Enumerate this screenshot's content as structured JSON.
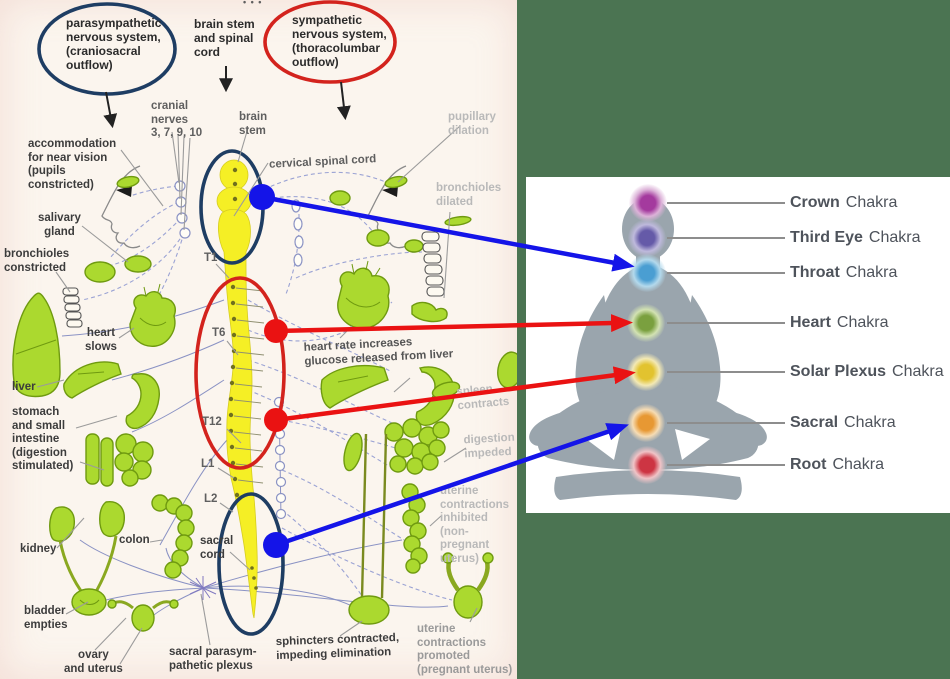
{
  "colors": {
    "arrow_blue": "#1414e8",
    "arrow_red": "#ea1212",
    "oval_navy": "#1e3d63",
    "oval_red": "#d3231d",
    "cord_yellow": "#f5ef25",
    "organ_green": "#abd92f",
    "organ_stroke": "#6f9a10",
    "background_green": "#4b7452",
    "silhouette_gray": "#9aa5ad"
  },
  "anatomy": {
    "labels": [
      {
        "id": "parasympathetic-oval",
        "text": "parasympathetic\nnervous system,\n(craniosacral\noutflow)"
      },
      {
        "id": "brain-stem-spinal-cord",
        "text": "brain stem\nand spinal\ncord"
      },
      {
        "id": "sympathetic-oval",
        "text": "sympathetic\nnervous system,\n(thoracolumbar\noutflow)"
      },
      {
        "id": "cranial-nerves",
        "text": "cranial\nnerves\n3, 7, 9, 10"
      },
      {
        "id": "brain-stem",
        "text": "brain\nstem"
      },
      {
        "id": "cervical-spinal-cord",
        "text": "cervical spinal cord"
      },
      {
        "id": "accommodation",
        "text": "accommodation\nfor near vision\n(pupils\nconstricted)"
      },
      {
        "id": "salivary-gland",
        "text": "salivary\ngland"
      },
      {
        "id": "bronchioles-constricted",
        "text": "bronchioles\nconstricted"
      },
      {
        "id": "heart-slows",
        "text": "heart\nslows"
      },
      {
        "id": "liver",
        "text": "liver"
      },
      {
        "id": "stomach",
        "text": "stomach\nand small\nintestine\n(digestion\nstimulated)"
      },
      {
        "id": "kidney",
        "text": "kidney"
      },
      {
        "id": "colon",
        "text": "colon"
      },
      {
        "id": "bladder-empties",
        "text": "bladder\nempties"
      },
      {
        "id": "ovary-uterus",
        "text": "ovary\nand uterus"
      },
      {
        "id": "sacral-plexus",
        "text": "sacral parasym-\npathetic plexus"
      },
      {
        "id": "sacral-cord",
        "text": "sacral\ncord"
      },
      {
        "id": "t1",
        "text": "T1"
      },
      {
        "id": "t6",
        "text": "T6"
      },
      {
        "id": "t12",
        "text": "T12"
      },
      {
        "id": "l1",
        "text": "L1"
      },
      {
        "id": "l2",
        "text": "L2"
      },
      {
        "id": "pupillary-dilation",
        "text": "pupillary\ndilation"
      },
      {
        "id": "bronchioles-dilated",
        "text": "bronchioles\ndilated"
      },
      {
        "id": "heart-rate",
        "text": "heart rate increases\nglucose released from liver"
      },
      {
        "id": "spleen-contracts",
        "text": "spleen\ncontracts"
      },
      {
        "id": "digestion-impeded",
        "text": "digestion\nimpeded"
      },
      {
        "id": "uterine-inhibited",
        "text": "uterine\ncontractions\ninhibited\n(non-pregnant\nuterus)"
      },
      {
        "id": "sphincters",
        "text": "sphincters contracted,\nimpeding elimination"
      },
      {
        "id": "uterine-promoted",
        "text": "uterine contractions\npromoted\n(pregnant uterus)"
      },
      {
        "id": "top-dots",
        "text": "• • •"
      }
    ]
  },
  "chakras": {
    "items": [
      {
        "name": "Crown",
        "suffix": "Chakra",
        "color": "#a43a9e",
        "glow": "#dcb2d8"
      },
      {
        "name": "Third Eye",
        "suffix": "Chakra",
        "color": "#655aa8",
        "glow": "#beb9dc"
      },
      {
        "name": "Throat",
        "suffix": "Chakra",
        "color": "#4a9ed2",
        "glow": "#b3d9ec"
      },
      {
        "name": "Heart",
        "suffix": "Chakra",
        "color": "#7aa03f",
        "glow": "#d2e2b2"
      },
      {
        "name": "Solar Plexus",
        "suffix": "Chakra",
        "color": "#e2c32f",
        "glow": "#f3e9b4"
      },
      {
        "name": "Sacral",
        "suffix": "Chakra",
        "color": "#e79833",
        "glow": "#f6dcb4"
      },
      {
        "name": "Root",
        "suffix": "Chakra",
        "color": "#cd3543",
        "glow": "#f0c3c6"
      }
    ]
  },
  "connections": [
    {
      "from": "cervical spinal cord",
      "to": "Throat Chakra",
      "color": "#1414e8"
    },
    {
      "from": "upper thoracic cord",
      "to": "Heart Chakra",
      "color": "#ea1212"
    },
    {
      "from": "lower thoracic cord",
      "to": "Solar Plexus Chakra",
      "color": "#ea1212"
    },
    {
      "from": "sacral cord",
      "to": "Sacral Chakra",
      "color": "#1414e8"
    }
  ]
}
